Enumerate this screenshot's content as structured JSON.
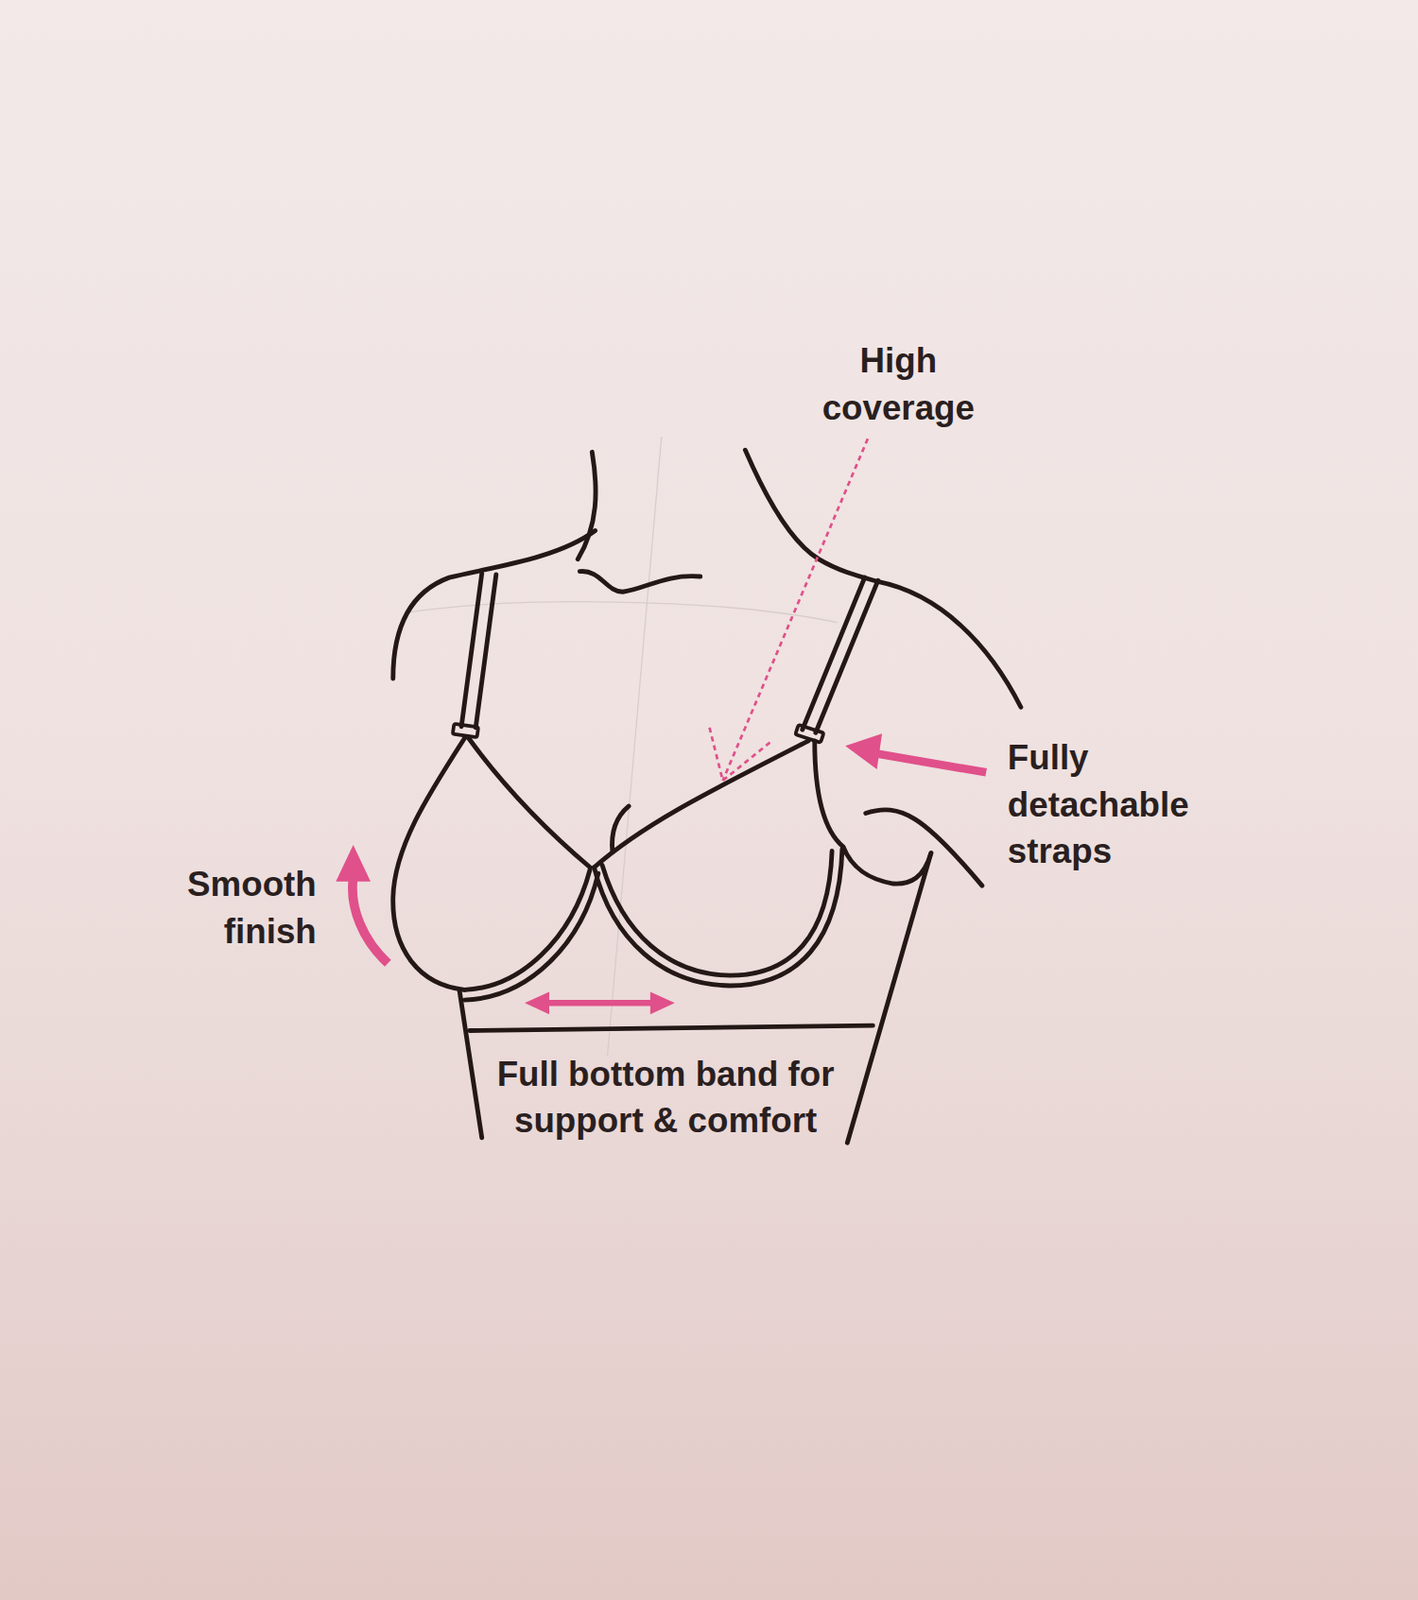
{
  "diagram": {
    "labels": [
      "High coverage",
      "Fully detachable straps",
      "Smooth finish",
      "Full bottom band for support & comfort"
    ]
  }
}
